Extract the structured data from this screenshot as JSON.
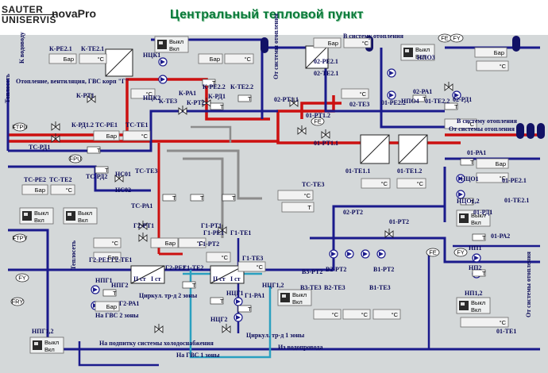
{
  "header": {
    "brand_top": "SAUTER",
    "brand_bottom": "UNISERVIS",
    "app_name": "novaPro",
    "title": "Центральный тепловой пункт"
  },
  "colors": {
    "supply": "#cc1010",
    "return": "#1a1a8c",
    "cold": "#2aa0c0",
    "aux": "#8c8c8c",
    "field": "#f2f2f2",
    "panel": "#c8cccd"
  },
  "icons": {
    "switch": "toggle-panel-icon",
    "tank": "expansion-tank-icon",
    "pump": "pump-icon",
    "valve": "valve-icon",
    "exchanger": "heat-exchanger-icon"
  },
  "labels": {
    "k_re21": "К-РЕ2.1",
    "k_te21": "К-ТЕ2.1",
    "k_rt1": "К-РТ1",
    "k_te3": "К-ТЕ3",
    "k_re22": "К-РЕ2.2",
    "k_te22": "К-ТЕ2.2",
    "k_rd1": "К-РД1",
    "k_ra1": "К-РА1",
    "k_rt2": "К-РТ2",
    "ntsk1": "НЦК1",
    "ntsk2": "НЦК2",
    "k_rd12": "К-РД1.2",
    "k_vodo": "К водоводу",
    "teploset_left": "Теплосеть",
    "heating_left": "Отопление, вентиляция, ГВС корп \"Г\"",
    "tc_re1": "ТС-РЕ1",
    "tc_te1": "ТС-ТЕ1",
    "tc_rd1": "ТС-РД1",
    "tc_re2": "ТС-РЕ2",
    "tc_te2": "ТС-ТЕ2",
    "tc_rd2": "ТС-РД2",
    "nc01": "НС01",
    "nc02": "НС02",
    "tc_te3": "ТС-ТЕ3",
    "tc_ra1": "ТС-РА1",
    "ftpu": "FTPU",
    "fpu": "FPU",
    "ftpy": "FTPY",
    "fry": "FRY",
    "g2_rt1": "Г2-РТ1",
    "g1_rt1": "Г1-РТ1",
    "g2_re1": "Г2-РЕ1",
    "g2_te1": "Г2-ТЕ1",
    "g2_re2": "Г2-РЕ2",
    "g1_re1": "Г1-РЕ1",
    "g1_te1": "Г1-ТЕ1",
    "g1_te2": "Г1-ТЕ2",
    "g1_rt2": "Г1-РТ2",
    "g1_te3": "Г1-ТЕ3",
    "g1_ra1": "Г1-РА1",
    "g2_ra1": "Г2-РА1",
    "ii_st": "II ст",
    "i_st": "I ст",
    "ii_st2": "II ст",
    "i_st2": "I ст",
    "npg1": "НПГ1",
    "npg2": "НПГ2",
    "npg12": "НПГ1,2",
    "ntsg1": "НЦГ1",
    "ntsg2": "НЦГ2",
    "ntsg12": "НЦГ1,2",
    "gvs2": "На ГВС 2 зоны",
    "gvs1": "На ГВС 1 зоны",
    "circ2": "Циркул. тр-д 2 зоны",
    "circ1": "Циркул. тр-д 1 зоны",
    "cold_water": "На подпитку системы холодоснабжения",
    "from_water": "Из водопровода",
    "teploset_bottom": "Теплосеть",
    "to_heating_top": "В систему отопления",
    "from_heating_top": "От системы отопления",
    "o2_re21": "02-РЕ2.1",
    "o2_te21": "02-ТЕ2.1",
    "o2_rt11": "02-РТ1.1",
    "o2_te3": "02-ТЕ3",
    "o1_rt12": "01-РТ1.2",
    "o1_rt11": "01-РТ1.1",
    "o1_te11": "01-ТЕ1.1",
    "o1_te12": "01-ТЕ1.2",
    "o2_rt2": "02-РТ2",
    "o1_rt2": "01-РТ2",
    "npo3": "НПО3",
    "npo4": "НПО4",
    "o2_ra1": "02-РА1",
    "o1_re22": "01-РЕ2.2",
    "o1_te22": "01-ТЕ2.2",
    "o2_rd1": "02-РД1",
    "to_heating_right": "В систему отопления",
    "from_heating_right": "От системы отопления",
    "o1_ra1": "01-РА1",
    "ntso1": "НЦО1",
    "ntso12": "НЦО1,2",
    "o1_rd1": "01-РД1",
    "o1_te21": "01-ТЕ2.1",
    "o1_re21": "01-РЕ2.1",
    "tc_te3b": "ТС-ТЕ3",
    "v3_rt2": "В3-РТ2",
    "v2_rt2": "В2-РТ2",
    "v1_rt2": "В1-РТ2",
    "v3_te3": "В3-ТЕ3",
    "v2_te3": "В2-ТЕ3",
    "v1_te3": "В1-ТЕ3",
    "np1": "НП1",
    "np2": "НП2",
    "np12": "НП1,2",
    "o1_ra2": "01-РА2",
    "o1_te1": "01-ТЕ1",
    "from_heating_bottom": "От системы отопления"
  },
  "widgets": {
    "off": "Выкл",
    "on": "Вкл",
    "bar": "Бар",
    "deg": "°C",
    "t": "T",
    "fy": "FY",
    "fe": "FE",
    "rd": "РД"
  }
}
